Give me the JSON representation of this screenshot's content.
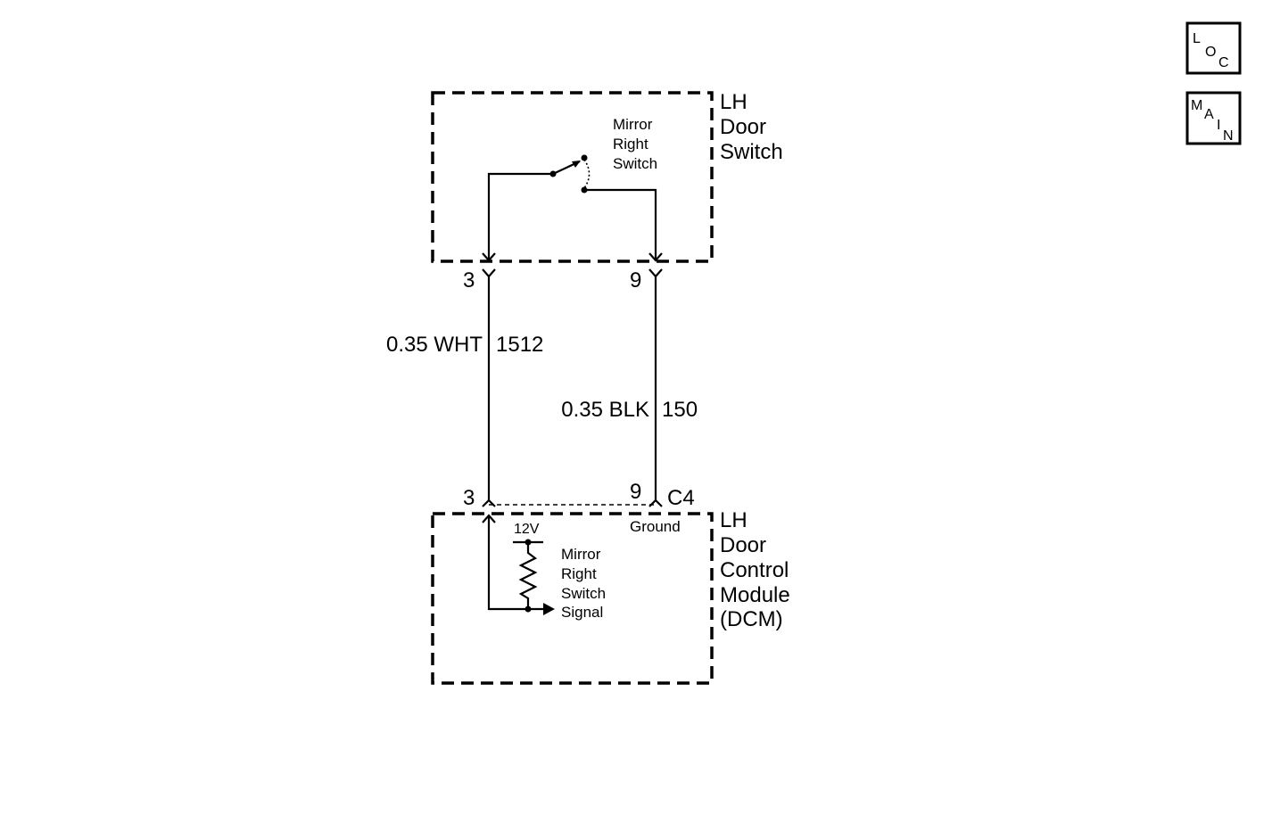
{
  "nav": {
    "loc": [
      "L",
      "O",
      "C"
    ],
    "main": [
      "M",
      "A",
      "I",
      "N"
    ]
  },
  "components": {
    "door_switch": {
      "name_lines": [
        "LH",
        "Door",
        "Switch"
      ],
      "switch_label": [
        "Mirror",
        "Right",
        "Switch"
      ]
    },
    "dcm": {
      "name_lines": [
        "LH",
        "Door",
        "Control",
        "Module",
        "(DCM)"
      ],
      "ground_label": "Ground",
      "voltage": "12V",
      "signal_label": [
        "Mirror",
        "Right",
        "Switch",
        "Signal"
      ]
    }
  },
  "connectors": {
    "upper": {
      "pin_left": "3",
      "pin_right": "9"
    },
    "lower": {
      "pin_left": "3",
      "pin_right": "9",
      "id": "C4"
    }
  },
  "wires": [
    {
      "size_color": "0.35 WHT",
      "circuit": "1512"
    },
    {
      "size_color": "0.35 BLK",
      "circuit": "150"
    }
  ]
}
